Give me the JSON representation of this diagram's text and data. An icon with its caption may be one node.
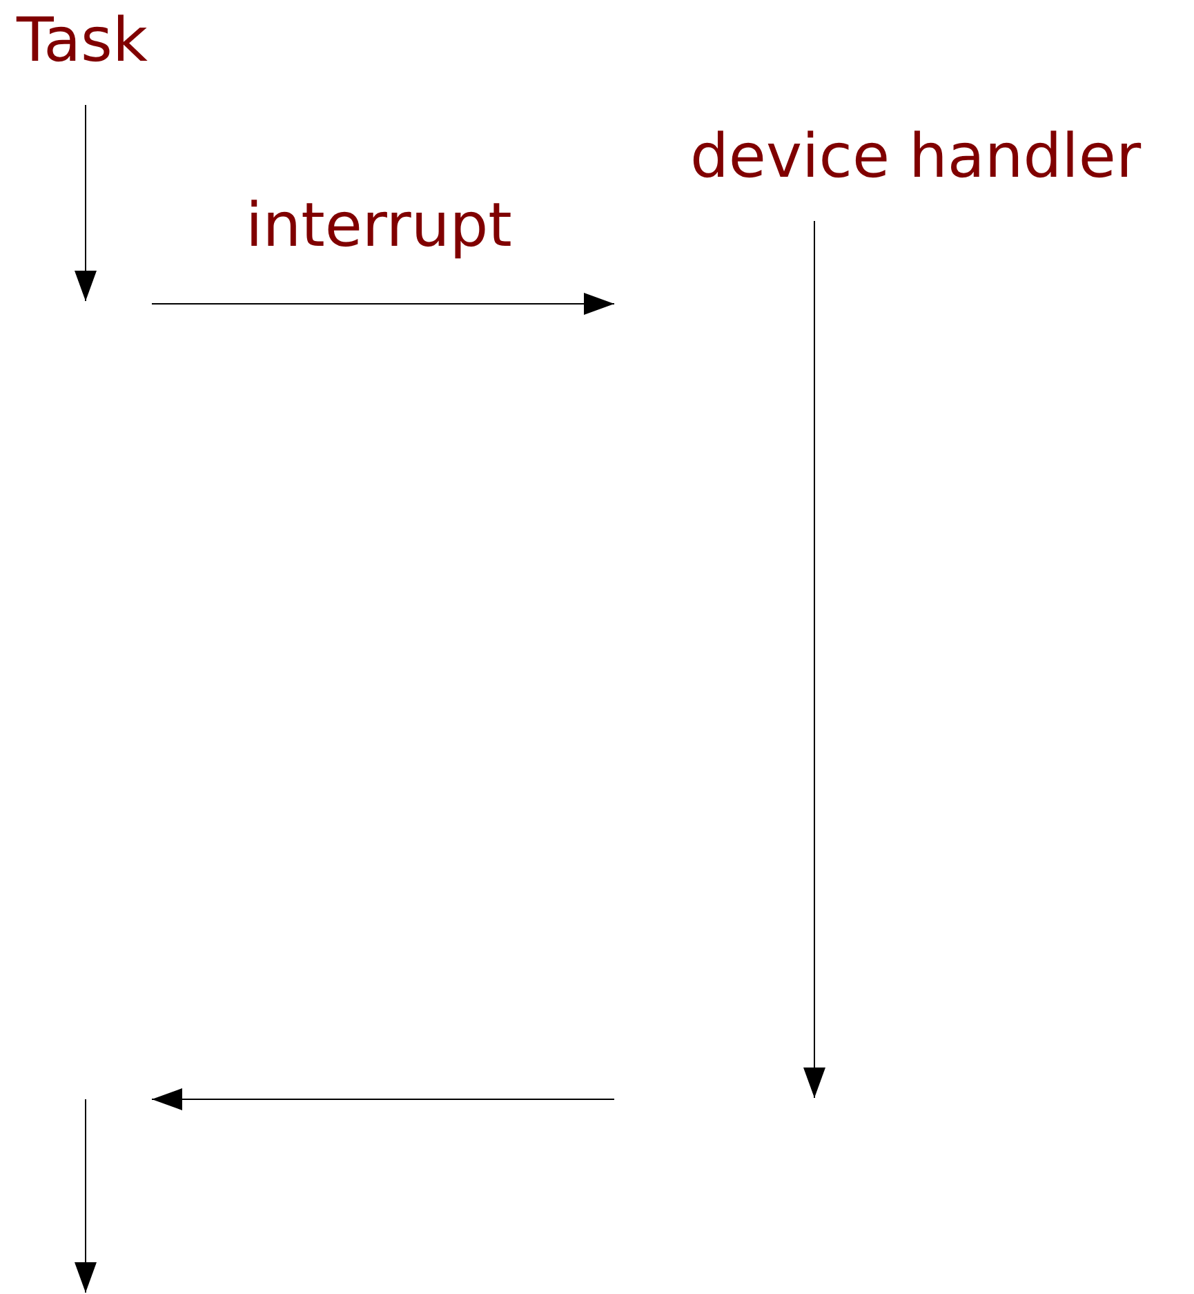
{
  "diagram": {
    "nodes": [
      {
        "text": [
          "Task"
        ]
      },
      {
        "text": [
          "device handler"
        ]
      }
    ],
    "edges": [
      {
        "from": 0,
        "to": null,
        "arrow": "to"
      },
      {
        "from": 1,
        "to": null,
        "arrow": "to"
      }
    ],
    "labels": [
      "interrupt"
    ]
  }
}
